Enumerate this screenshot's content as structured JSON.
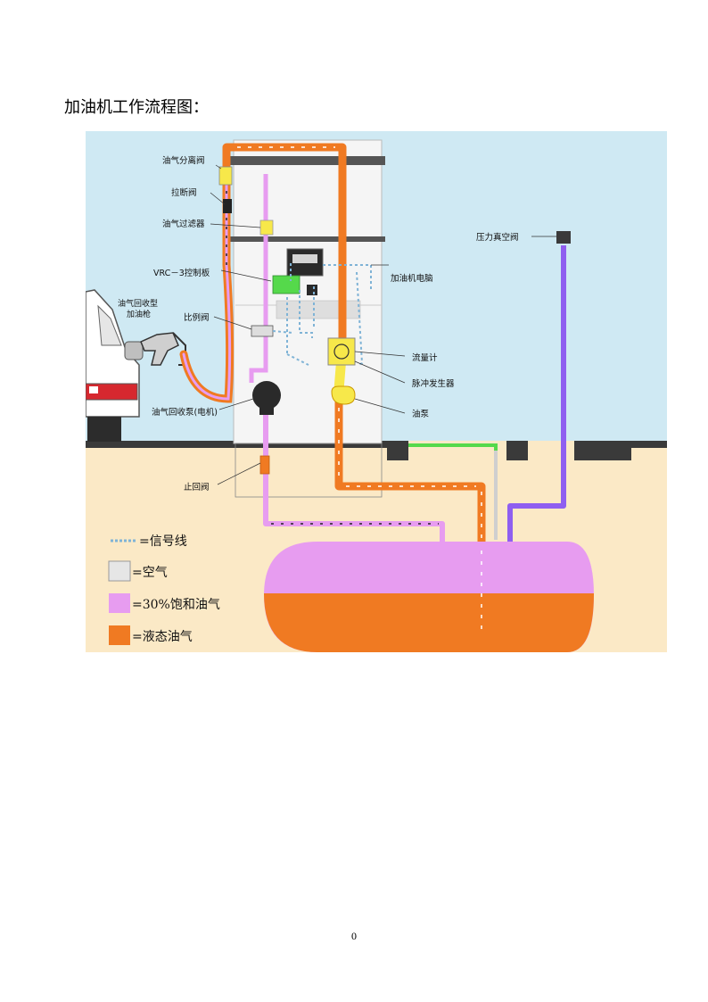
{
  "heading": "加油机工作流程图：",
  "page_number": "0",
  "diagram": {
    "labels": {
      "separator_valve": "油气分离阀",
      "breakaway_valve": "拉断阀",
      "vapor_filter": "油气过滤器",
      "control_board": "VRC－3控制板",
      "nozzle_line1": "油气回收型",
      "nozzle_line2": "加油枪",
      "proportional_valve": "比例阀",
      "recovery_pump": "油气回收泵(电机)",
      "check_valve": "止回阀",
      "dispenser_computer": "加油机电脑",
      "flow_meter": "流量计",
      "pulse_generator": "脉冲发生器",
      "fuel_pump": "油泵",
      "pv_valve": "压力真空阀"
    },
    "legend": [
      {
        "symbol": "signal-line",
        "text": "=信号线"
      },
      {
        "symbol": "air",
        "text": "=空气",
        "color": "#e6e6e6"
      },
      {
        "symbol": "vapor",
        "text": "=30%饱和油气",
        "color": "#e79cf0"
      },
      {
        "symbol": "liquid",
        "text": "=液态油气",
        "color": "#f07a22"
      }
    ],
    "colors": {
      "sky": "#cfe9f3",
      "ground": "#fbe9c6",
      "liquid": "#f07a22",
      "vapor": "#e79cf0",
      "vent": "#8f5ef0",
      "signal": "#7fb3d6",
      "meter_yellow": "#f7e84a",
      "green_board": "#55d94b"
    }
  }
}
